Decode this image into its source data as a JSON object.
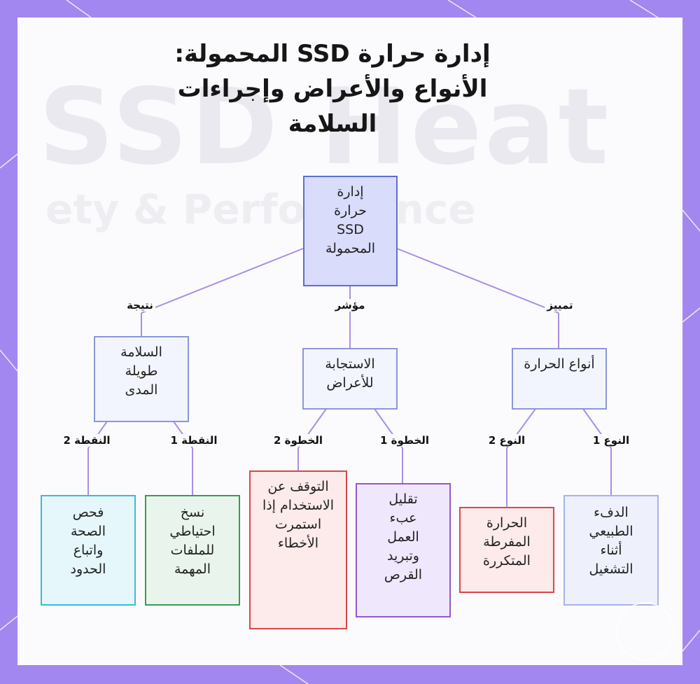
{
  "title": "إدارة حرارة SSD المحمولة: الأنواع والأعراض وإجراءات السلامة",
  "watermark": {
    "line1": "SSD Heat",
    "line2": "ety & Performance"
  },
  "nodes": {
    "root": "إدارة حرارة SSD المحمولة",
    "types": "أنواع الحرارة",
    "response": "الاستجابة للأعراض",
    "safety": "السلامة طويلة المدى",
    "normal_heat": "الدفء الطبيعي أثناء التشغيل",
    "excess_heat": "الحرارة المفرطة المتكررة",
    "reduce_load": "تقليل عبء العمل وتبريد القرص",
    "stop_use": "التوقف عن الاستخدام إذا استمرت الأخطاء",
    "backup": "نسخ احتياطي للملفات المهمة",
    "health_check": "فحص الصحة واتباع الحدود"
  },
  "edge_labels": {
    "distinguish": "تمييز",
    "indicator": "مؤشر",
    "result": "نتيجة",
    "type1": "النوع 1",
    "type2": "النوع 2",
    "step1": "الخطوة 1",
    "step2": "الخطوة 2",
    "point1": "النقطة 1",
    "point2": "النقطة 2"
  },
  "colors": {
    "frame": "#a387f0",
    "edge": "#a98ee6",
    "root_fill": "#d9dcfb",
    "red_border": "#d9474b",
    "purple_border": "#9558cf",
    "green_border": "#3b9a52",
    "cyan_border": "#38bcd9"
  }
}
